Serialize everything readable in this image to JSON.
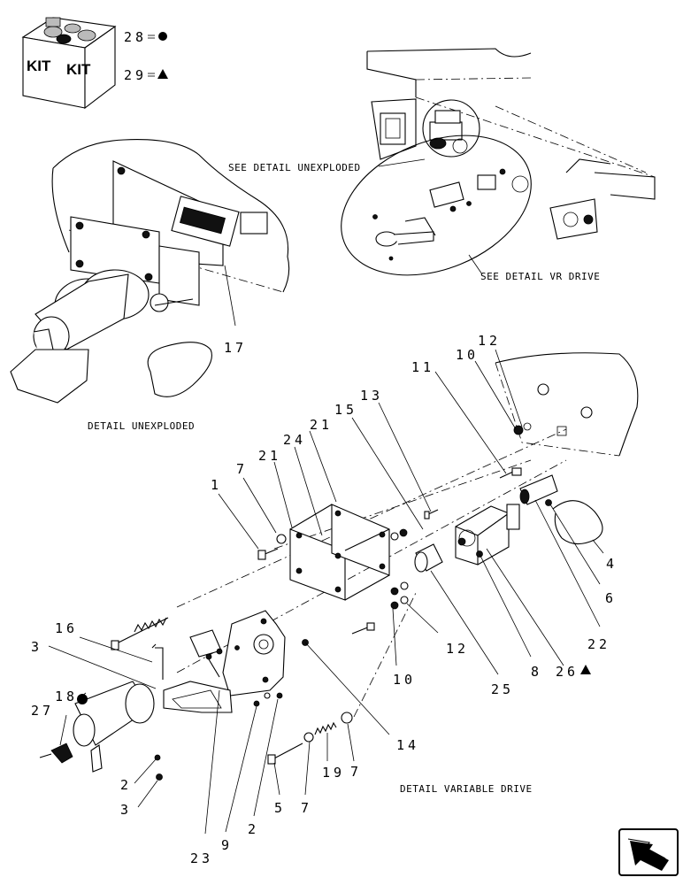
{
  "kit_box": {
    "labels": [
      "KIT",
      "KIT"
    ],
    "legend": [
      {
        "number": "28",
        "symbol": "circle-symbol"
      },
      {
        "number": "29",
        "symbol": "triangle-symbol"
      }
    ]
  },
  "callouts": {
    "see_detail_unexploded": "SEE DETAIL UNEXPLODED",
    "see_detail_vr_drive": "SEE DETAIL VR DRIVE"
  },
  "captions": {
    "detail_unexploded": "DETAIL UNEXPLODED",
    "detail_variable_drive": "DETAIL VARIABLE DRIVE"
  },
  "part_numbers": {
    "p17": "17",
    "p12_top": "12",
    "p11": "11",
    "p10_top": "10",
    "p13": "13",
    "p15": "15",
    "p21_a": "21",
    "p24": "24",
    "p21_b": "21",
    "p7_top": "7",
    "p1": "1",
    "p4": "4",
    "p6": "6",
    "p22": "22",
    "p16": "16",
    "p3_top": "3",
    "p18": "18",
    "p12_mid": "12",
    "p10_mid": "10",
    "p8": "8",
    "p25": "25",
    "p26": "26",
    "p27": "27",
    "p14": "14",
    "p2_left": "2",
    "p3_bottom": "3",
    "p19": "19",
    "p7_bottom": "7",
    "p5": "5",
    "p2_bottom": "2",
    "p9": "9",
    "p23": "23"
  },
  "nav": {
    "icon": "next-page-arrow-icon"
  }
}
